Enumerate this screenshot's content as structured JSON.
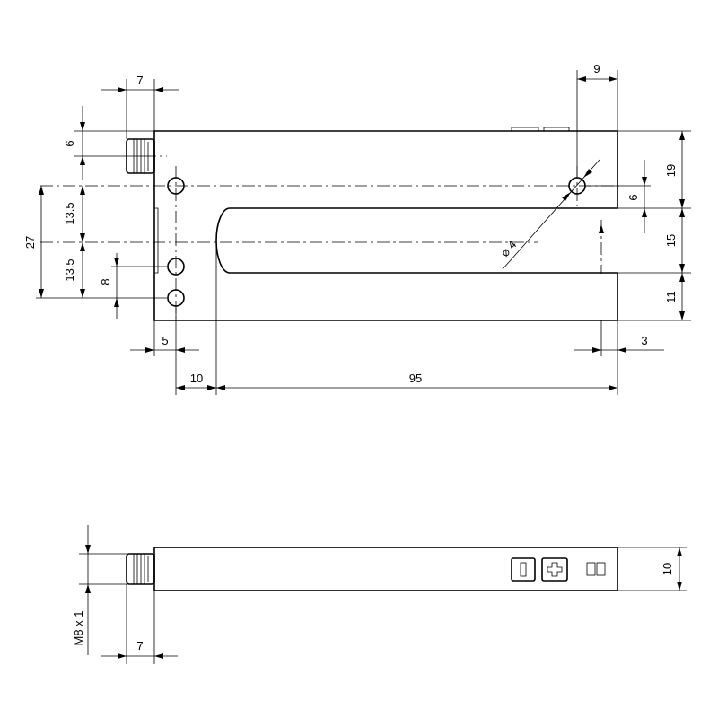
{
  "top_view": {
    "dimensions": {
      "connector_width": "7",
      "slot_side_width": "9",
      "connector_offset": "6",
      "top_hole_to_slot": "13.5",
      "slot_to_bottom_hole": "13.5",
      "hole_spacing_total": "27",
      "hole_pitch": "8",
      "hole_inset": "5",
      "slot_start": "10",
      "slot_depth": "95",
      "upper_arm": "19",
      "hole_to_slot_edge": "6",
      "slot_width": "15",
      "lower_arm": "11",
      "end_offset": "3",
      "hole_diameter": "⌀ 4"
    }
  },
  "side_view": {
    "dimensions": {
      "height": "10",
      "thread": "M8 x 1",
      "connector_width": "7"
    },
    "indicators": {
      "minus_label": "−",
      "plus_label": "+"
    }
  }
}
